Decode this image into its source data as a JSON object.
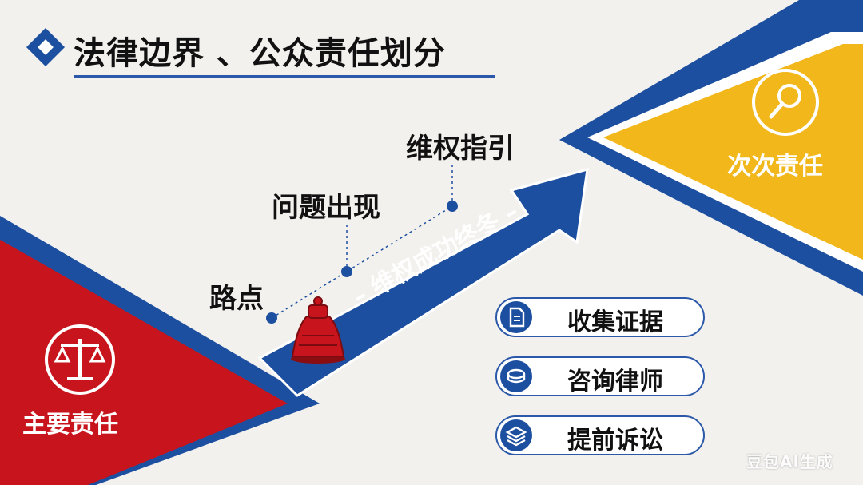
{
  "slide": {
    "title": "法律边界 、公众责任划分",
    "colors": {
      "blue": "#1d4fa0",
      "red": "#c8141c",
      "yellow": "#f2b71a"
    }
  },
  "primary": {
    "label": "主要责任",
    "icon": "scales-icon"
  },
  "secondary": {
    "label": "次次责任",
    "icon": "magnifier-icon"
  },
  "arrow": {
    "text": "– 维权成功终冬 –"
  },
  "milestones": [
    "路点",
    "问题出现",
    "维权指引"
  ],
  "actions": [
    {
      "label": "收集证据",
      "icon": "document-icon"
    },
    {
      "label": "咨询律师",
      "icon": "disk-icon"
    },
    {
      "label": "提前诉讼",
      "icon": "layers-icon"
    }
  ],
  "watermark": "豆包AI生成"
}
